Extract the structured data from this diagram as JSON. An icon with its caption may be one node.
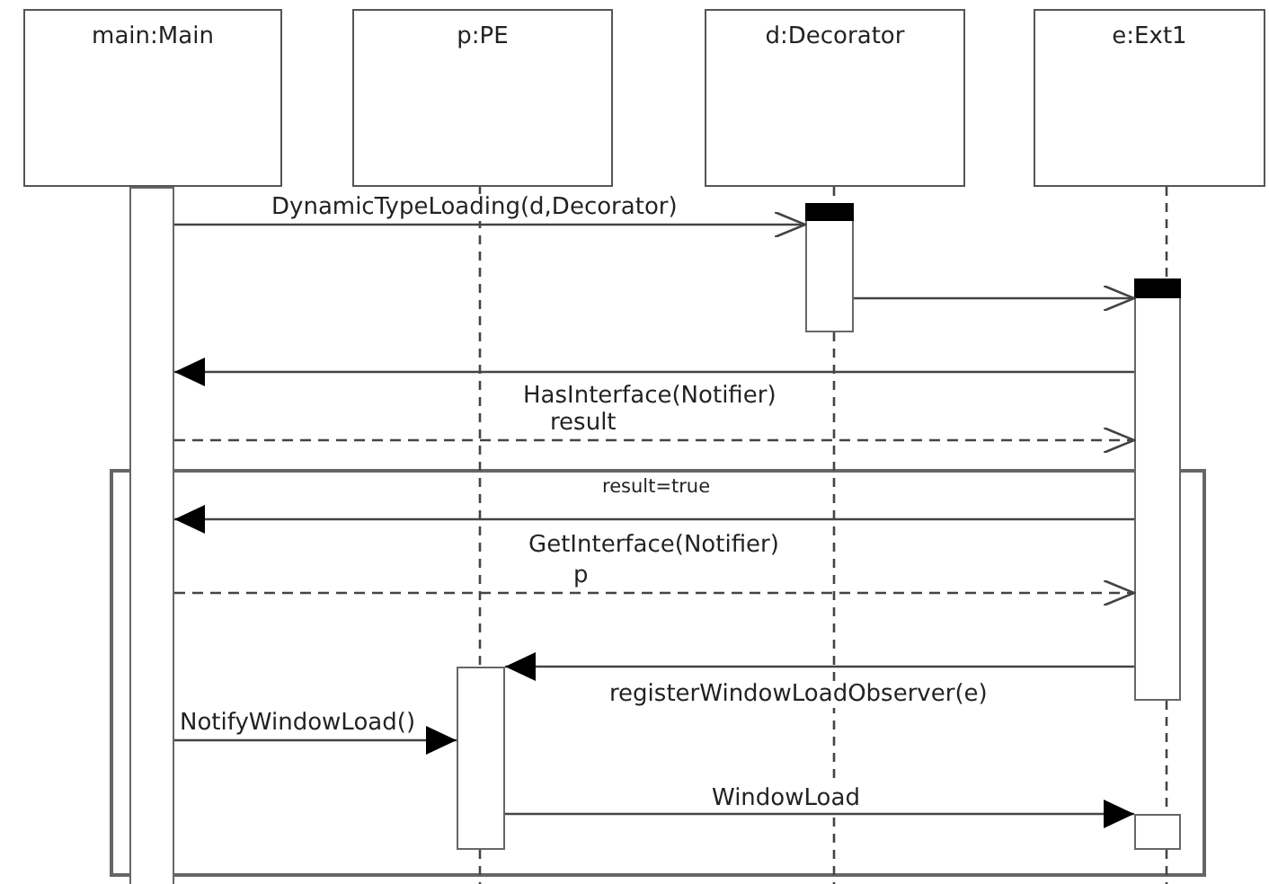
{
  "diagram": {
    "nodes": [
      {
        "text": [
          "main:Main"
        ]
      },
      {
        "text": [
          "p:PE"
        ]
      },
      {
        "text": [
          "d:Decorator"
        ]
      },
      {
        "text": [
          "e:Ext1"
        ]
      },
      {
        "text": [],
        "shape": "bar"
      },
      {
        "text": [],
        "shape": "bar"
      },
      {
        "text": [],
        "shape": "bar"
      },
      {
        "text": [],
        "shape": "bar"
      },
      {
        "text": [],
        "shape": "bar"
      }
    ],
    "edges": [
      {
        "from": 4,
        "to": 5,
        "arrow": "to",
        "label": "DynamicTypeLoading(d,Decorator)"
      },
      {
        "from": 5,
        "to": 6,
        "arrow": "to"
      },
      {
        "from": 6,
        "to": 4,
        "arrow": "to",
        "label": "HasInterface(Notifier)"
      },
      {
        "from": 4,
        "to": 6,
        "arrow": "to",
        "label": "result",
        "style": "dashed"
      },
      {
        "from": 6,
        "to": 4,
        "arrow": "to",
        "label": "GetInterface(Notifier)"
      },
      {
        "from": 4,
        "to": 6,
        "arrow": "to",
        "label": "p",
        "style": "dashed"
      },
      {
        "from": 6,
        "to": 7,
        "arrow": "to",
        "label": "registerWindowLoadObserver(e)"
      },
      {
        "from": 4,
        "to": 7,
        "arrow": "to",
        "label": "NotifyWindowLoad()"
      },
      {
        "from": 7,
        "to": 8,
        "arrow": "to",
        "label": "WindowLoad"
      },
      {
        "from": 1,
        "to": 7,
        "arrow": "none",
        "style": "dashed"
      },
      {
        "from": 7,
        "to": null,
        "arrow": "none",
        "style": "dashed"
      },
      {
        "from": 2,
        "to": 5,
        "arrow": "none",
        "style": "dashed"
      },
      {
        "from": 5,
        "to": null,
        "arrow": "none",
        "style": "dashed"
      },
      {
        "from": 3,
        "to": 6,
        "arrow": "none",
        "style": "dashed"
      },
      {
        "from": 6,
        "to": 8,
        "arrow": "none",
        "style": "dashed"
      },
      {
        "from": 8,
        "to": null,
        "arrow": "none",
        "style": "dashed"
      }
    ],
    "labels": [
      "result=true"
    ]
  }
}
